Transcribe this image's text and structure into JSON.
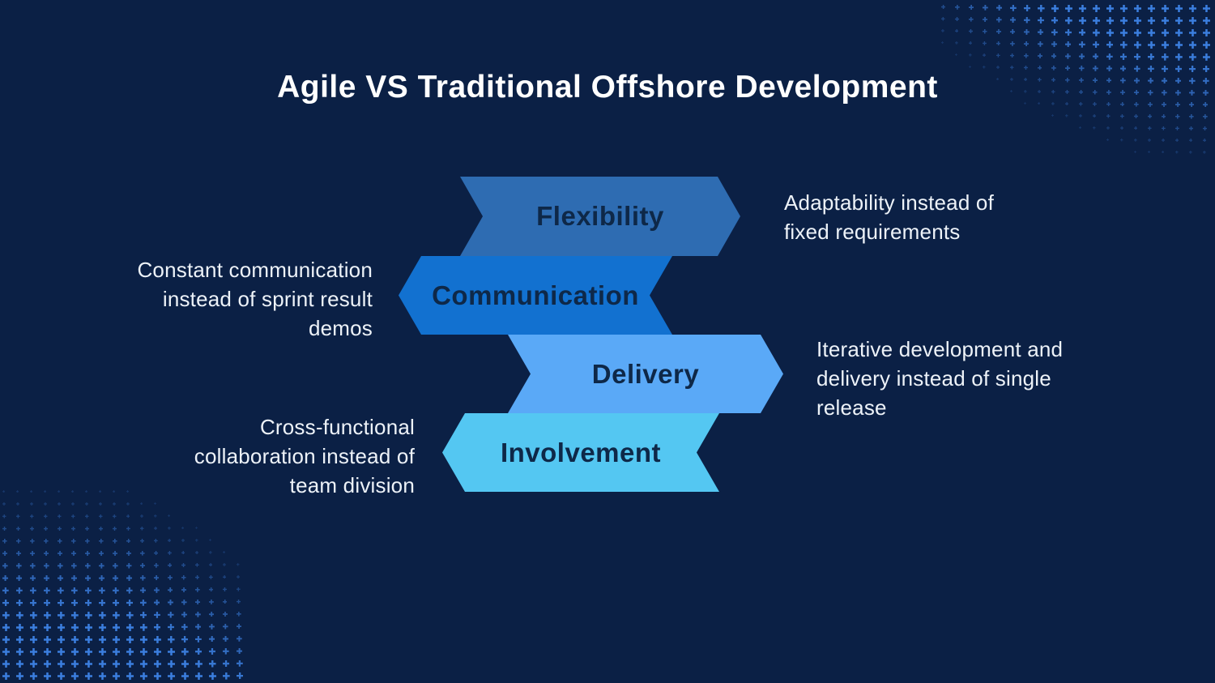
{
  "title": "Agile VS Traditional Offshore Development",
  "colors": {
    "background": "#0b2045",
    "title_text": "#ffffff",
    "side_text": "#edf2f8",
    "banner_text": "#0e2848",
    "pattern_plus": "#3b7ede"
  },
  "banners": [
    {
      "label": "Flexibility",
      "fill": "#2e6cb2",
      "direction": "right",
      "desc_lines": [
        "Adaptability instead of",
        "fixed requirements"
      ]
    },
    {
      "label": "Communication",
      "fill": "#1271d0",
      "direction": "left",
      "desc_lines": [
        "Constant communication",
        "instead of sprint result",
        "demos"
      ]
    },
    {
      "label": "Delivery",
      "fill": "#5aa9f7",
      "direction": "right",
      "desc_lines": [
        "Iterative development and",
        "delivery instead of single",
        "release"
      ]
    },
    {
      "label": "Involvement",
      "fill": "#54c7f2",
      "direction": "left",
      "desc_lines": [
        "Cross-functional",
        "collaboration instead of",
        "team division"
      ]
    }
  ]
}
